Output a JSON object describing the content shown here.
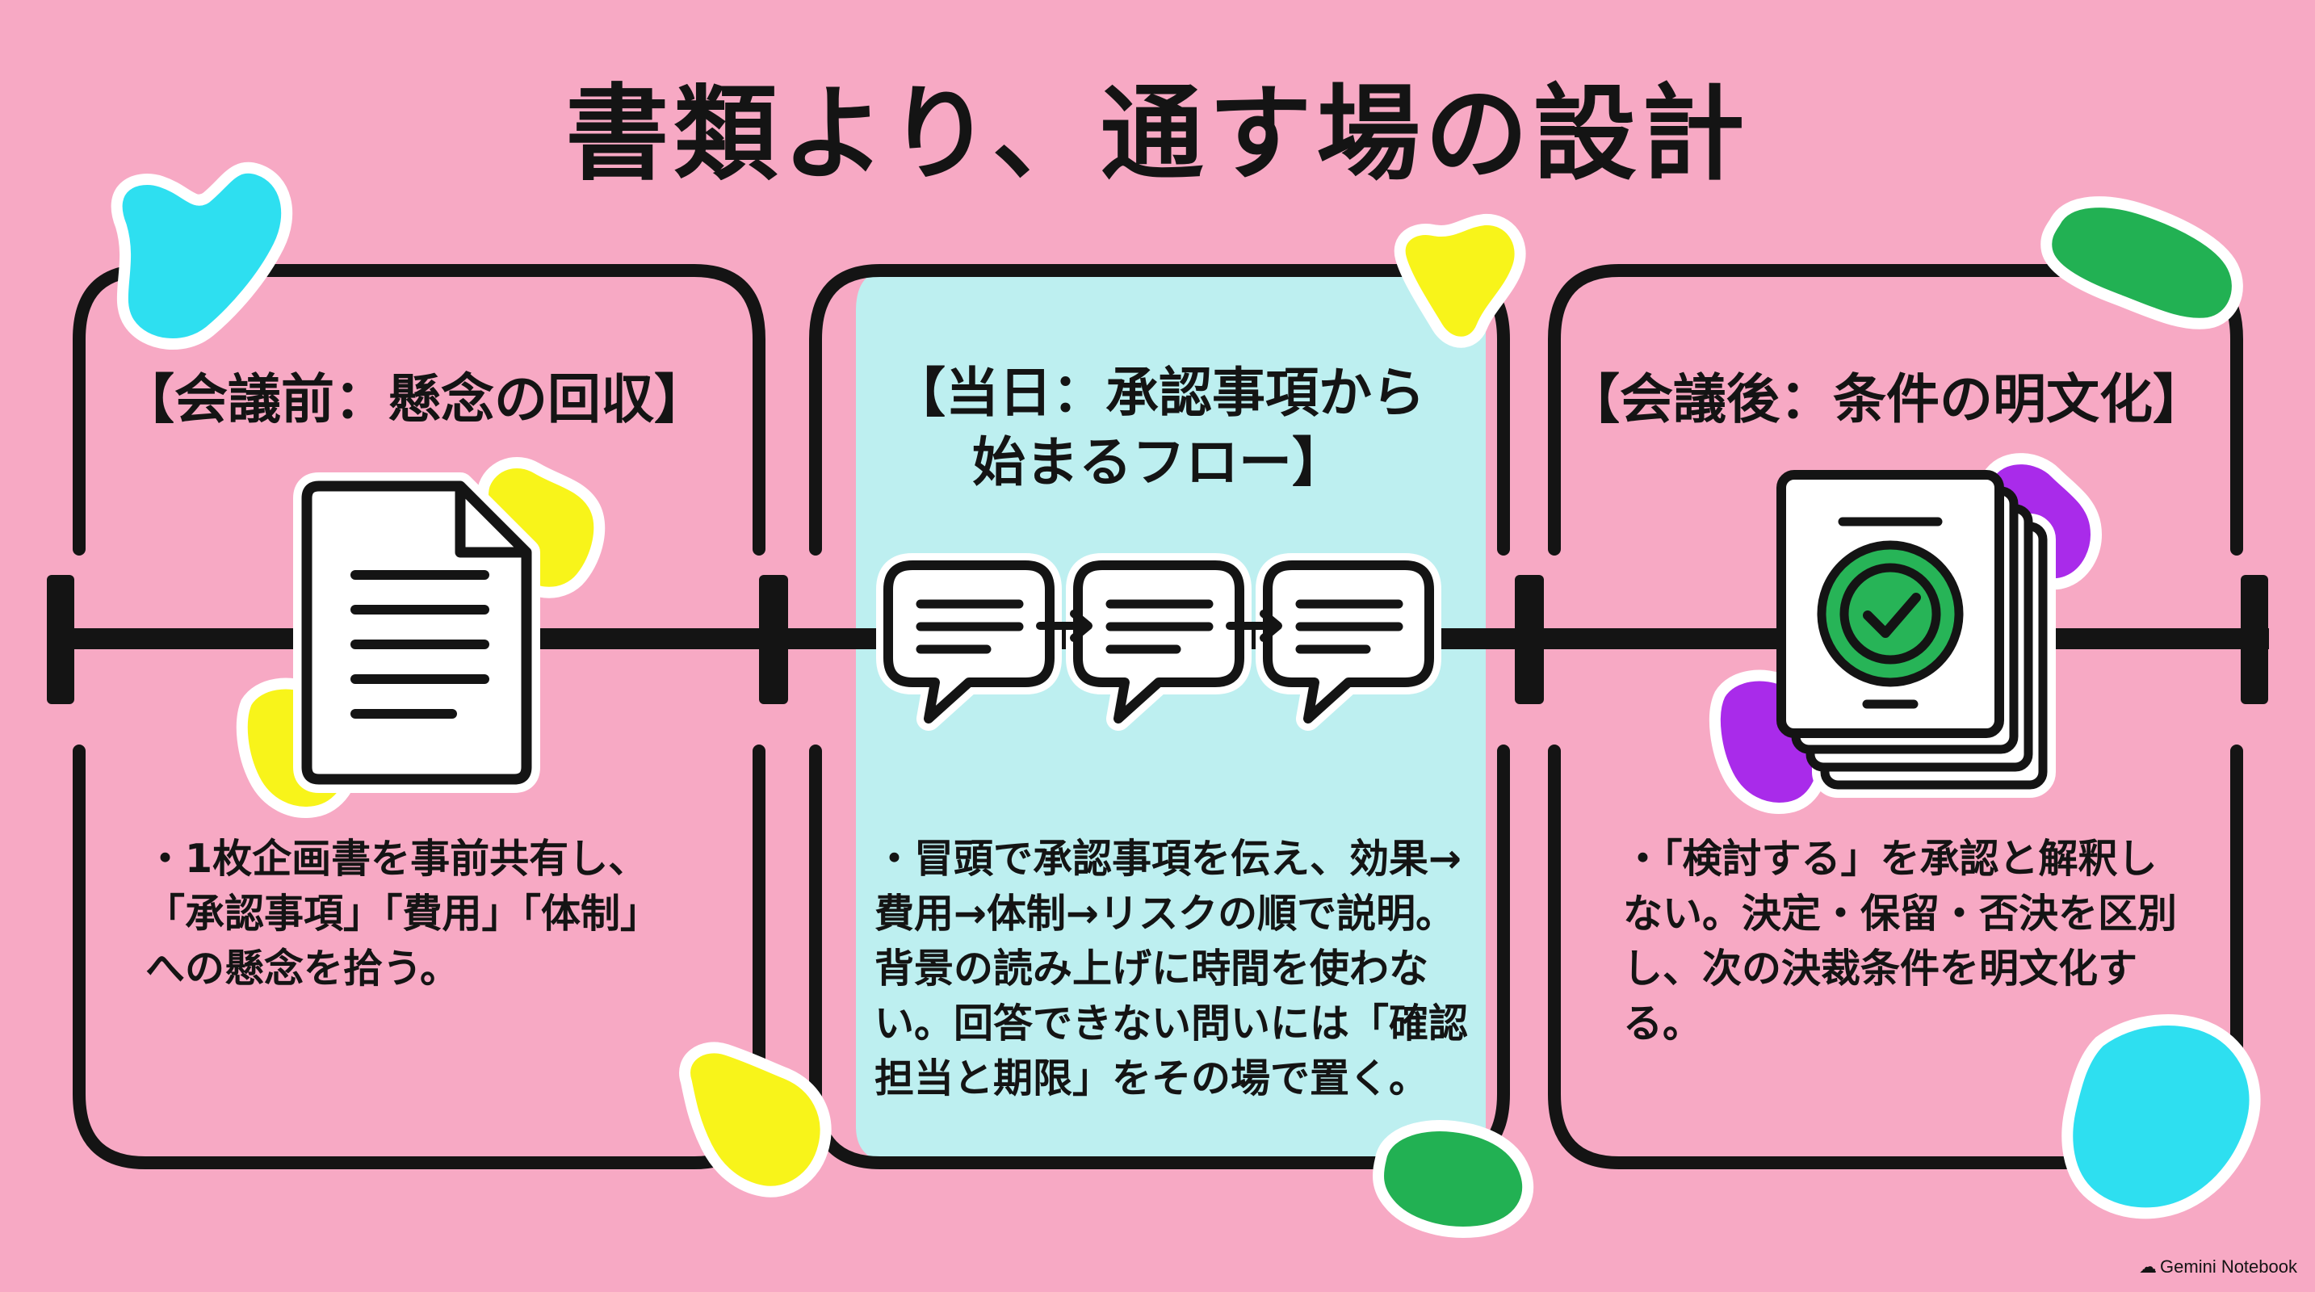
{
  "title": "書類より、通す場の設計",
  "phases": [
    {
      "title": "【会議前：懸念の回収】",
      "icon": "document-icon",
      "text": "・1枚企画書を事前共有し、\n「承認事項」「費用」「体制」\nへの懸念を拾う。"
    },
    {
      "title": "【当日：承認事項から\n始まるフロー】",
      "icon": "chat-flow-icon",
      "text": "・冒頭で承認事項を伝え、効果→\n費用→体制→リスクの順で説明。\n背景の読み上げに時間を使わな\nい。回答できない問いには「確認\n担当と期限」をその場で置く。"
    },
    {
      "title": "【会議後：条件の明文化】",
      "icon": "approved-document-icon",
      "text": "・「検討する」を承認と解釈し\nない。決定・保留・否決を区別\nし、次の決裁条件を明文化す\nる。"
    }
  ],
  "colors": {
    "background": "#F7A9C4",
    "middle_panel": "#BDEFF0",
    "line": "#141414",
    "cyan_blob": "#2EDFF0",
    "yellow_blob": "#F8F41A",
    "green_blob": "#22B153",
    "purple_blob": "#A92BEA",
    "check_green": "#27B457"
  },
  "watermark": "Gemini Notebook"
}
